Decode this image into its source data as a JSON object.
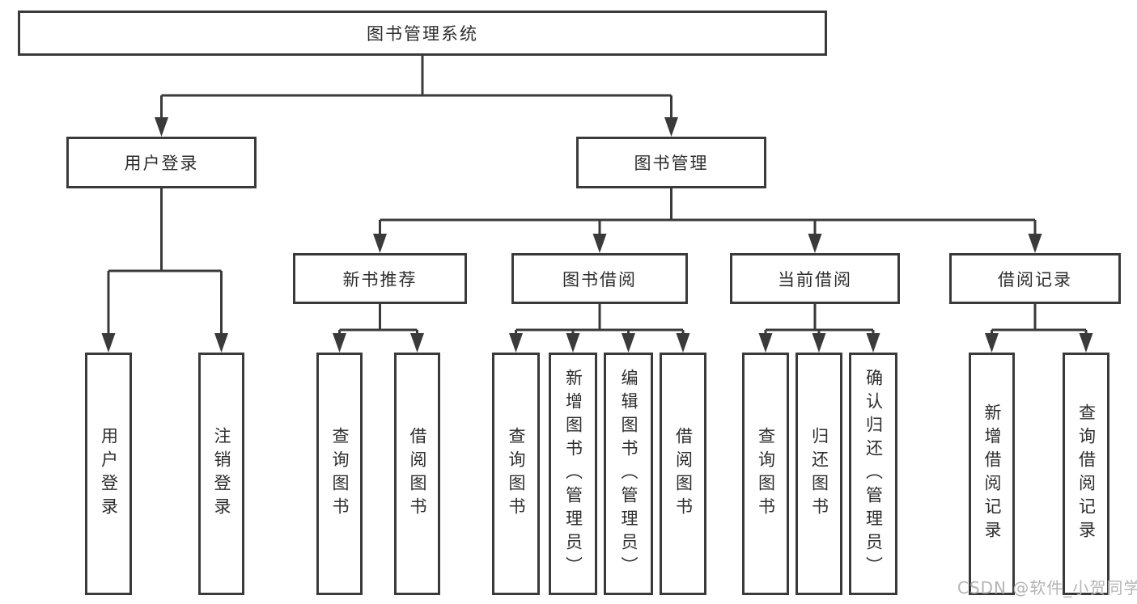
{
  "diagram": {
    "root": "图书管理系统",
    "level2": {
      "user_login": "用户登录",
      "book_mgmt": "图书管理"
    },
    "level3": {
      "new_books": "新书推荐",
      "borrowing": "图书借阅",
      "current": "当前借阅",
      "records": "借阅记录"
    },
    "leaves": {
      "user_login": [
        "用户登录",
        "注销登录"
      ],
      "new_books": [
        "查询图书",
        "借阅图书"
      ],
      "borrowing": [
        "查询图书",
        "新增图书（管理员）",
        "编辑图书（管理员）",
        "借阅图书"
      ],
      "current": [
        "查询图书",
        "归还图书",
        "确认归还（管理员）"
      ],
      "records": [
        "新增借阅记录",
        "查询借阅记录"
      ]
    }
  },
  "watermark": "CSDN @软件_小贺同学",
  "colors": {
    "line": "#3a3a3a",
    "box_border": "#3a3a3a",
    "text": "#2d2d2d",
    "watermark": "#b5b5b5",
    "background": "#ffffff"
  }
}
